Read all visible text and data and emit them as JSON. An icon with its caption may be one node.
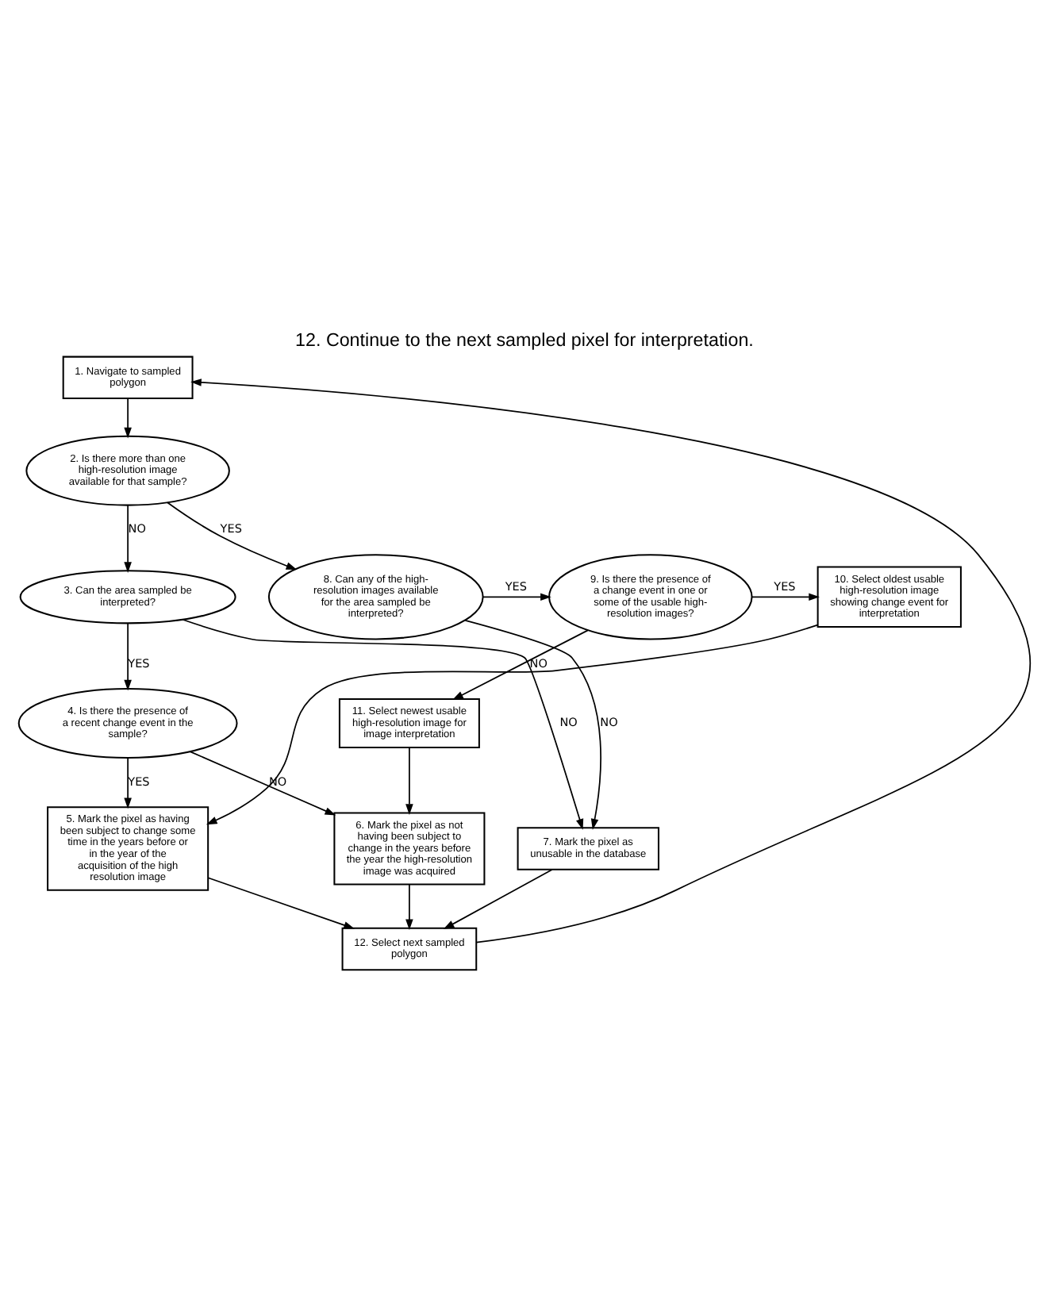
{
  "diagram": {
    "title": "12. Continue to the next sampled pixel for interpretation.",
    "nodes": [
      {
        "text": [
          "1. Navigate to sampled polygon"
        ]
      },
      {
        "text": [
          "2. Is there more than one high-resolution image available for that sample?"
        ]
      },
      {
        "text": [
          "10. Select oldest usable high-resolution image showing change event for interpretation"
        ]
      },
      {
        "text": [
          "9. Is there the presence of a change event in one or some of the usable high-resolution images?"
        ]
      },
      {
        "text": [
          "8. Can any of the high-resolution images available for the area sampled be interpreted?"
        ]
      },
      {
        "text": [
          "11. Select newest usable high-resolution image for image interpretation"
        ]
      },
      {
        "text": [
          "3. Can the area sampled be interpreted?"
        ]
      },
      {
        "text": [
          "4. Is there the presence of a recent change event in the sample?"
        ]
      },
      {
        "text": [
          "5. Mark the pixel as having been subject to change some time in the years before or in the year of the acquisition of the high resolution image"
        ]
      },
      {
        "text": [
          "6. Mark the pixel as not having been subject to change in the years before the year the high-resolution image was acquired"
        ]
      },
      {
        "text": [
          "7. Mark the pixel as unusable in the database"
        ]
      },
      {
        "text": [
          "12. Select next sampled polygon"
        ]
      }
    ],
    "edges": [
      {
        "from": 0,
        "to": 1,
        "arrow": "to"
      },
      {
        "from": 1,
        "to": 4,
        "arrow": "to",
        "label": "YES"
      },
      {
        "from": 1,
        "to": 6,
        "arrow": "to",
        "label": "NO"
      },
      {
        "from": 4,
        "to": 3,
        "arrow": "to",
        "label": "YES"
      },
      {
        "from": 4,
        "to": 10,
        "arrow": "to",
        "label": "NO"
      },
      {
        "from": 3,
        "to": 2,
        "arrow": "to",
        "label": "YES"
      },
      {
        "from": 3,
        "to": 5,
        "arrow": "to",
        "label": "NO"
      },
      {
        "from": 2,
        "to": 8,
        "arrow": "to"
      },
      {
        "from": 5,
        "to": 9,
        "arrow": "to"
      },
      {
        "from": 6,
        "to": 10,
        "arrow": "to",
        "label": "NO"
      },
      {
        "from": 6,
        "to": 7,
        "arrow": "to",
        "label": "YES"
      },
      {
        "from": 7,
        "to": 8,
        "arrow": "to",
        "label": "YES"
      },
      {
        "from": 7,
        "to": 9,
        "arrow": "to",
        "label": "NO"
      },
      {
        "from": 8,
        "to": 11,
        "arrow": "to"
      },
      {
        "from": 9,
        "to": 11,
        "arrow": "to"
      },
      {
        "from": 10,
        "to": 11,
        "arrow": "to"
      },
      {
        "from": 11,
        "to": 0,
        "arrow": "to"
      }
    ]
  }
}
